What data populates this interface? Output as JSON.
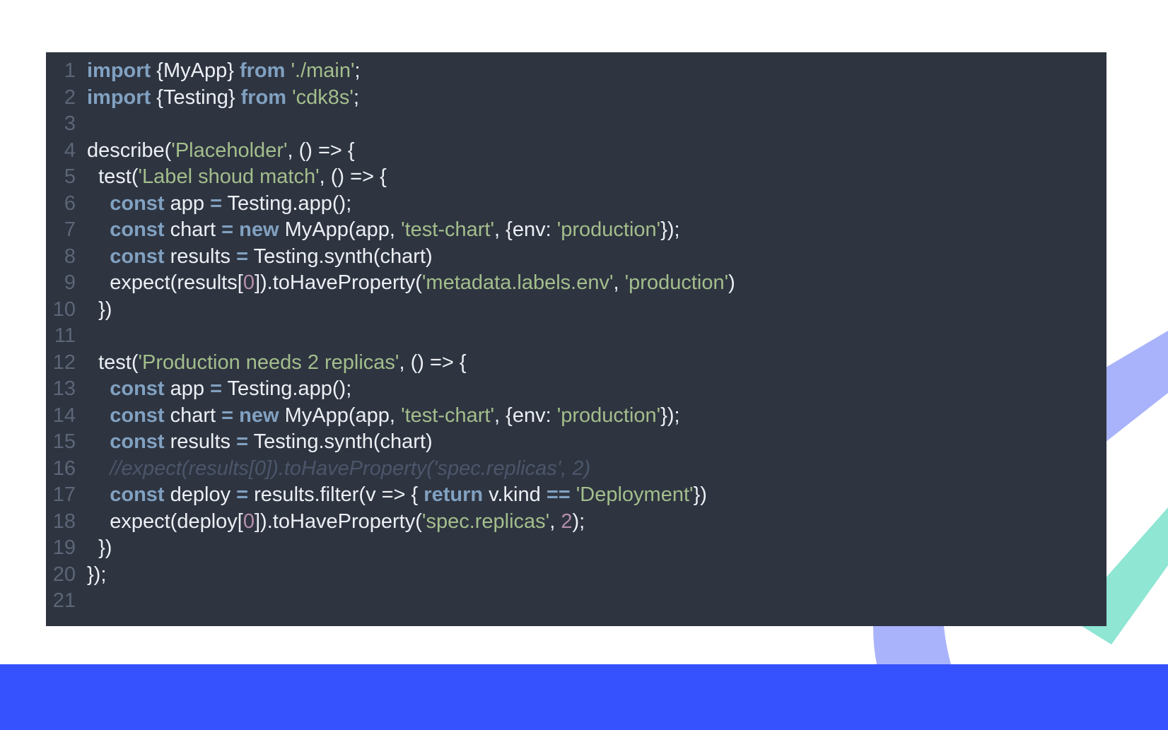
{
  "colors": {
    "background": "#ffffff",
    "panel": "#2e3440",
    "keyword": "#81a1c1",
    "string": "#a3be8c",
    "number": "#b48ead",
    "comment": "#4c566a",
    "plain": "#eceff4",
    "line_number": "#5c6677",
    "band": "#3552fe",
    "decor_blue": "#a9b3fb",
    "decor_mint": "#8ee6d3"
  },
  "code_lines": [
    {
      "n": "1",
      "tokens": [
        [
          "kw",
          "import"
        ],
        [
          "plain",
          " {MyApp} "
        ],
        [
          "kw",
          "from"
        ],
        [
          "plain",
          " "
        ],
        [
          "str",
          "'./main'"
        ],
        [
          "plain",
          ";"
        ]
      ]
    },
    {
      "n": "2",
      "tokens": [
        [
          "kw",
          "import"
        ],
        [
          "plain",
          " {Testing} "
        ],
        [
          "kw",
          "from"
        ],
        [
          "plain",
          " "
        ],
        [
          "str",
          "'cdk8s'"
        ],
        [
          "plain",
          ";"
        ]
      ]
    },
    {
      "n": "3",
      "tokens": []
    },
    {
      "n": "4",
      "tokens": [
        [
          "plain",
          "describe("
        ],
        [
          "str",
          "'Placeholder'"
        ],
        [
          "plain",
          ", () => {"
        ]
      ]
    },
    {
      "n": "5",
      "tokens": [
        [
          "plain",
          "  test("
        ],
        [
          "str",
          "'Label shoud match'"
        ],
        [
          "plain",
          ", () => {"
        ]
      ]
    },
    {
      "n": "6",
      "tokens": [
        [
          "plain",
          "    "
        ],
        [
          "kw",
          "const"
        ],
        [
          "plain",
          " app "
        ],
        [
          "op",
          "="
        ],
        [
          "plain",
          " Testing.app();"
        ]
      ]
    },
    {
      "n": "7",
      "tokens": [
        [
          "plain",
          "    "
        ],
        [
          "kw",
          "const"
        ],
        [
          "plain",
          " chart "
        ],
        [
          "op",
          "="
        ],
        [
          "plain",
          " "
        ],
        [
          "kw",
          "new"
        ],
        [
          "plain",
          " MyApp(app, "
        ],
        [
          "str",
          "'test-chart'"
        ],
        [
          "plain",
          ", {env: "
        ],
        [
          "str",
          "'production'"
        ],
        [
          "plain",
          "});"
        ]
      ]
    },
    {
      "n": "8",
      "tokens": [
        [
          "plain",
          "    "
        ],
        [
          "kw",
          "const"
        ],
        [
          "plain",
          " results "
        ],
        [
          "op",
          "="
        ],
        [
          "plain",
          " Testing.synth(chart)"
        ]
      ]
    },
    {
      "n": "9",
      "tokens": [
        [
          "plain",
          "    expect(results["
        ],
        [
          "num",
          "0"
        ],
        [
          "plain",
          "]).toHaveProperty("
        ],
        [
          "str",
          "'metadata.labels.env'"
        ],
        [
          "plain",
          ", "
        ],
        [
          "str",
          "'production'"
        ],
        [
          "plain",
          ")"
        ]
      ]
    },
    {
      "n": "10",
      "tokens": [
        [
          "plain",
          "  })"
        ]
      ]
    },
    {
      "n": "11",
      "tokens": []
    },
    {
      "n": "12",
      "tokens": [
        [
          "plain",
          "  test("
        ],
        [
          "str",
          "'Production needs 2 replicas'"
        ],
        [
          "plain",
          ", () => {"
        ]
      ]
    },
    {
      "n": "13",
      "tokens": [
        [
          "plain",
          "    "
        ],
        [
          "kw",
          "const"
        ],
        [
          "plain",
          " app "
        ],
        [
          "op",
          "="
        ],
        [
          "plain",
          " Testing.app();"
        ]
      ]
    },
    {
      "n": "14",
      "tokens": [
        [
          "plain",
          "    "
        ],
        [
          "kw",
          "const"
        ],
        [
          "plain",
          " chart "
        ],
        [
          "op",
          "="
        ],
        [
          "plain",
          " "
        ],
        [
          "kw",
          "new"
        ],
        [
          "plain",
          " MyApp(app, "
        ],
        [
          "str",
          "'test-chart'"
        ],
        [
          "plain",
          ", {env: "
        ],
        [
          "str",
          "'production'"
        ],
        [
          "plain",
          "});"
        ]
      ]
    },
    {
      "n": "15",
      "tokens": [
        [
          "plain",
          "    "
        ],
        [
          "kw",
          "const"
        ],
        [
          "plain",
          " results "
        ],
        [
          "op",
          "="
        ],
        [
          "plain",
          " Testing.synth(chart)"
        ]
      ]
    },
    {
      "n": "16",
      "tokens": [
        [
          "plain",
          "    "
        ],
        [
          "com",
          "//expect(results[0]).toHaveProperty('spec.replicas', 2)"
        ]
      ]
    },
    {
      "n": "17",
      "tokens": [
        [
          "plain",
          "    "
        ],
        [
          "kw",
          "const"
        ],
        [
          "plain",
          " deploy "
        ],
        [
          "op",
          "="
        ],
        [
          "plain",
          " results.filter(v => { "
        ],
        [
          "kw",
          "return"
        ],
        [
          "plain",
          " v.kind "
        ],
        [
          "op",
          "=="
        ],
        [
          "plain",
          " "
        ],
        [
          "str",
          "'Deployment'"
        ],
        [
          "plain",
          "})"
        ]
      ]
    },
    {
      "n": "18",
      "tokens": [
        [
          "plain",
          "    expect(deploy["
        ],
        [
          "num",
          "0"
        ],
        [
          "plain",
          "]).toHaveProperty("
        ],
        [
          "str",
          "'spec.replicas'"
        ],
        [
          "plain",
          ", "
        ],
        [
          "num",
          "2"
        ],
        [
          "plain",
          ");"
        ]
      ]
    },
    {
      "n": "19",
      "tokens": [
        [
          "plain",
          "  })"
        ]
      ]
    },
    {
      "n": "20",
      "tokens": [
        [
          "plain",
          "});"
        ]
      ]
    },
    {
      "n": "21",
      "tokens": []
    }
  ]
}
